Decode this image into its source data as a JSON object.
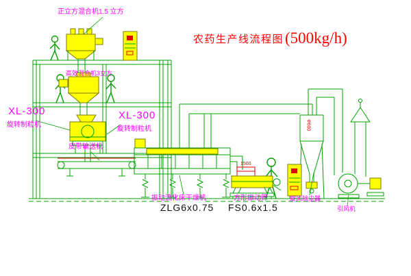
{
  "title": {
    "cn": "农药生产线流程图",
    "capacity": "(500kg/h)"
  },
  "labels": {
    "top_mixer": "正立方混合机1.5 立方",
    "high_eff_mixer": "高效混合机3立方",
    "xl300_left_model": "XL-300",
    "xl300_left_name": "旋转制粒机",
    "xl300_mid_model": "XL-300",
    "xl300_mid_name": "旋转制粒机",
    "belt_conveyor": "皮带输送机",
    "dryer_name": "振动流化床干燥机",
    "dryer_model": "ZLG6x0.75",
    "screen_name": "方形振动筛",
    "screen_model": "FS0.6x1.5",
    "cyclone": "旋风除尘器",
    "fan": "引风机",
    "screen_dim": "1500",
    "cyclone_dim": "Φ600"
  },
  "colors": {
    "line_green": "#00a000",
    "machine_yellow": "#ffff00",
    "label_magenta": "#ff00ff",
    "title_red": "#ff0000",
    "dimension_red": "#e10000",
    "model_text": "#111111",
    "background": "#ffffff"
  }
}
